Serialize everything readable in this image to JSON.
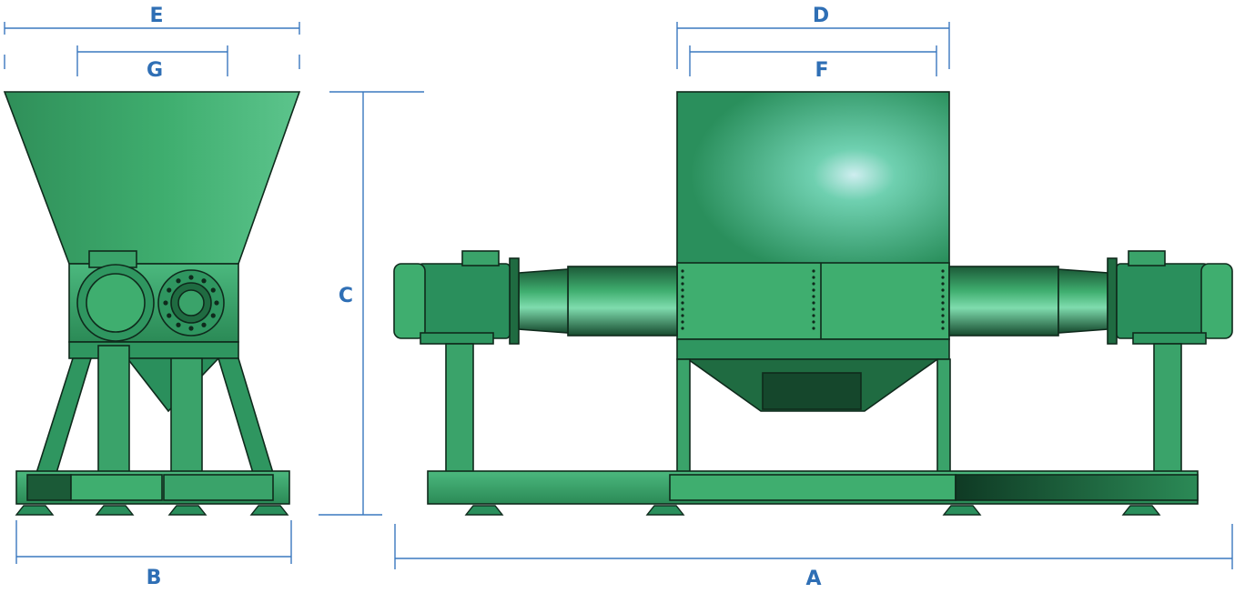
{
  "dimensions": {
    "A": "A",
    "B": "B",
    "C": "C",
    "D": "D",
    "E": "E",
    "F": "F",
    "G": "G"
  },
  "colors": {
    "machine_green": "#3aa36a",
    "machine_dark": "#1f6b41",
    "machine_light": "#5cc48c",
    "outline": "#0f2a1c",
    "dimension_line": "#3a78bf",
    "dimension_text": "#2f6fb5"
  }
}
